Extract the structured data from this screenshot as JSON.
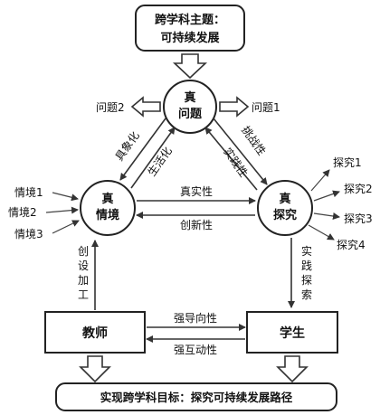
{
  "top_box": {
    "line1": "跨学科主题：",
    "line2": "可持续发展"
  },
  "nodes": {
    "problem": {
      "line1": "真",
      "line2": "问题"
    },
    "situation": {
      "line1": "真",
      "line2": "情境"
    },
    "inquiry": {
      "line1": "真",
      "line2": "探究"
    }
  },
  "teacher": "教师",
  "student": "学生",
  "bottom_box": "实现跨学科目标：探究可持续发展路径",
  "problems": [
    "问题1",
    "问题2"
  ],
  "situations": [
    "情境1",
    "情境2",
    "情境3"
  ],
  "inquiries": [
    "探究1",
    "探究2",
    "探究3",
    "探究4"
  ],
  "edge_labels": {
    "concretize": "具象化",
    "life": "生活化",
    "challenge": "挑战性",
    "practical": "实践性",
    "authentic": "真实性",
    "innovative": "创新性",
    "create_process": [
      "创",
      "设",
      "加",
      "工"
    ],
    "practice_explore": [
      "实",
      "践",
      "探",
      "索"
    ],
    "strong_guidance": "强导向性",
    "strong_interaction": "强互动性"
  }
}
